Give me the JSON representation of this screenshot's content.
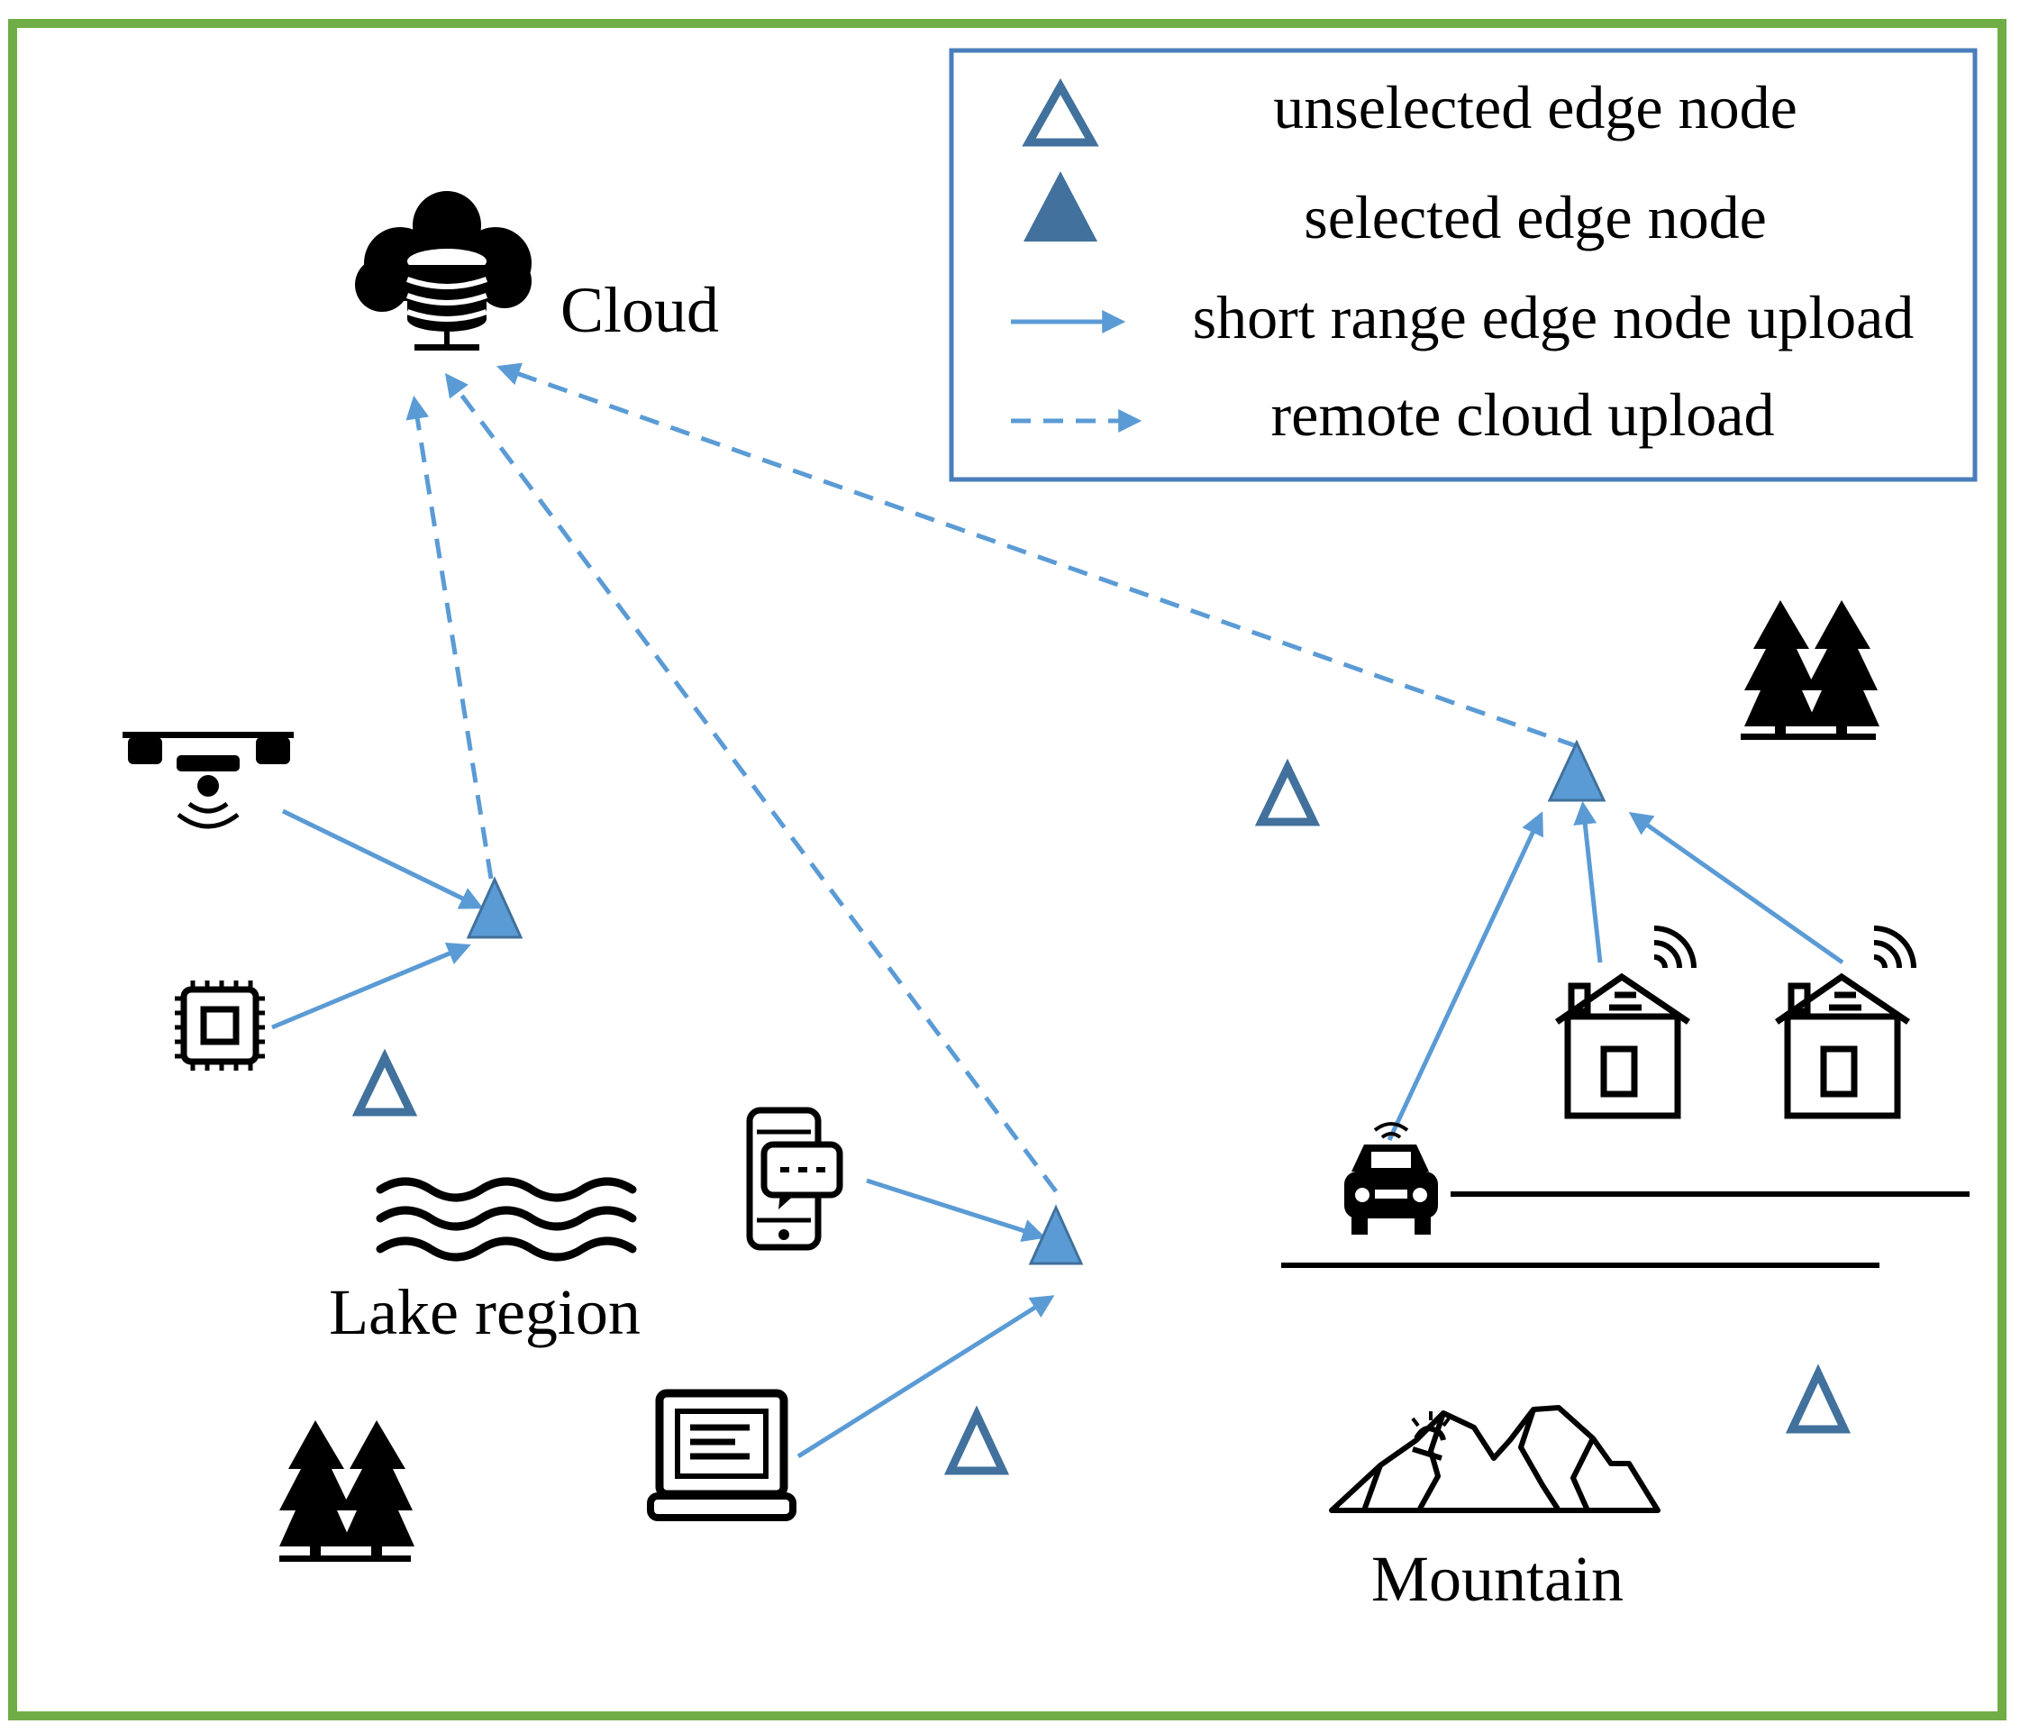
{
  "legend": {
    "unselected_label": "unselected edge node",
    "selected_label": "selected edge node",
    "short_range_label": "short range edge node upload",
    "remote_label": "remote cloud upload"
  },
  "places": {
    "cloud": "Cloud",
    "lake": "Lake region",
    "mountain": "Mountain"
  },
  "colors": {
    "frame": "#70ad47",
    "legend_border": "#4a7ebb",
    "arrow": "#5b9bd5",
    "selected_fill": "#5b9bd5",
    "unselected_stroke": "#41719c",
    "icon": "#000000"
  },
  "icons": [
    "cloud-server-icon",
    "drone-icon",
    "chip-icon",
    "phone-chat-icon",
    "laptop-icon",
    "car-icon",
    "house-wifi-icon",
    "trees-icon",
    "waves-icon",
    "mountain-icon"
  ]
}
